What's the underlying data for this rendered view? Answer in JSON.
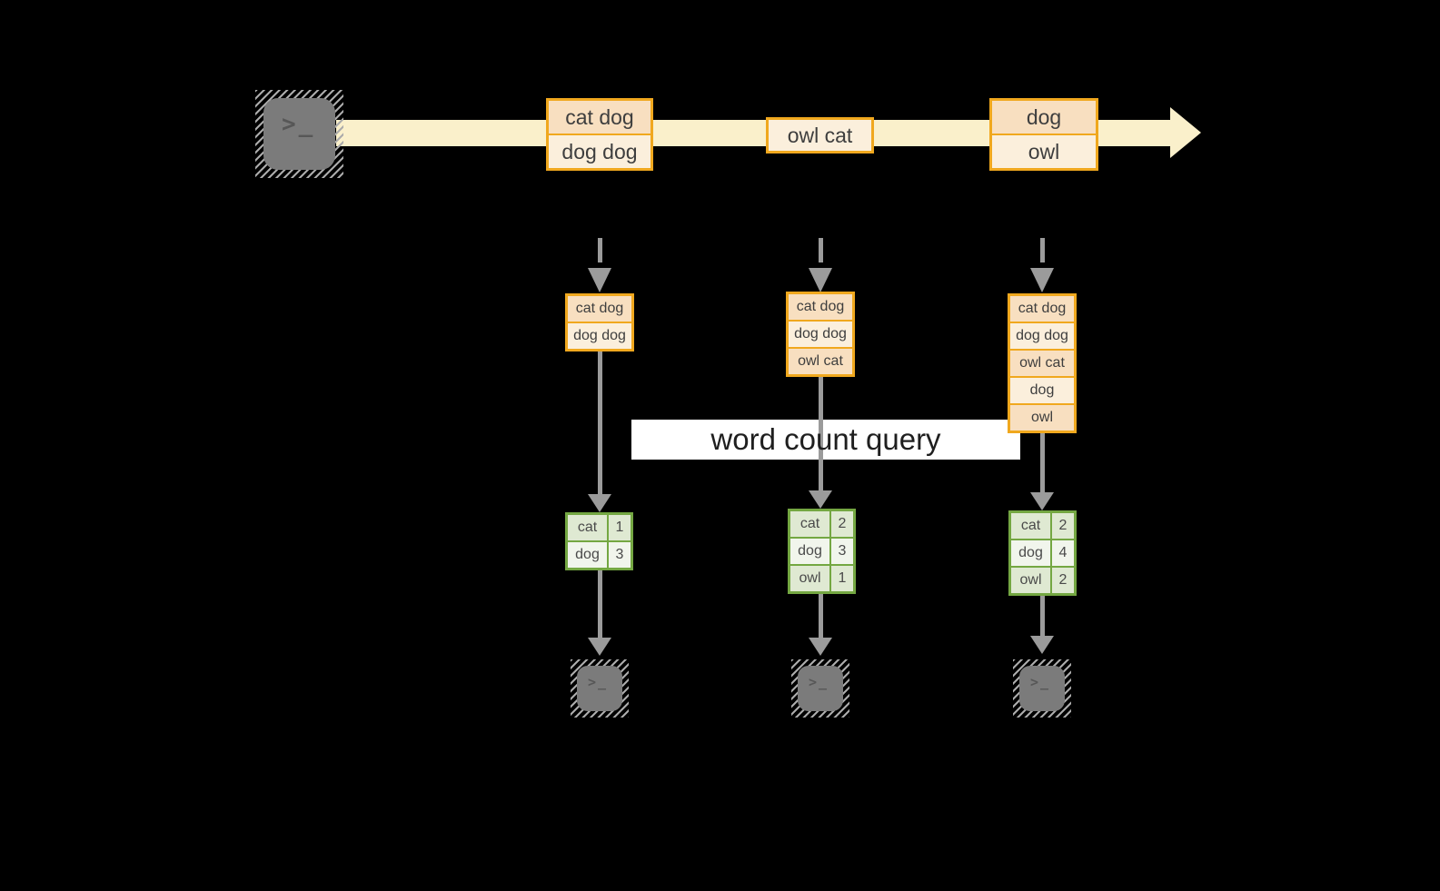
{
  "diagram": {
    "query_label": "word count query",
    "terminal_glyph": ">_",
    "stream": {
      "events": [
        {
          "lines": [
            "cat dog",
            "dog dog"
          ]
        },
        {
          "lines": [
            "owl cat"
          ]
        },
        {
          "lines": [
            "dog",
            "owl"
          ]
        }
      ]
    },
    "columns": [
      {
        "state": [
          "cat dog",
          "dog dog"
        ],
        "counts": [
          {
            "word": "cat",
            "count": "1"
          },
          {
            "word": "dog",
            "count": "3"
          }
        ]
      },
      {
        "state": [
          "cat dog",
          "dog dog",
          "owl cat"
        ],
        "counts": [
          {
            "word": "cat",
            "count": "2"
          },
          {
            "word": "dog",
            "count": "3"
          },
          {
            "word": "owl",
            "count": "1"
          }
        ]
      },
      {
        "state": [
          "cat dog",
          "dog dog",
          "owl cat",
          "dog",
          "owl"
        ],
        "counts": [
          {
            "word": "cat",
            "count": "2"
          },
          {
            "word": "dog",
            "count": "4"
          },
          {
            "word": "owl",
            "count": "2"
          }
        ]
      }
    ],
    "colors": {
      "background": "#000000",
      "stream_band": "#faf0cb",
      "box_border": "#f0a81e",
      "cell_peach": "#f8dfc0",
      "cell_cream": "#fbefdc",
      "table_border": "#74a742",
      "table_row_sage": "#dfe9d2",
      "table_row_white": "#f1f5ec",
      "arrow_gray": "#9b9b9b",
      "terminal_gray": "#7b7b7b",
      "query_band_bg": "#ffffff"
    }
  }
}
